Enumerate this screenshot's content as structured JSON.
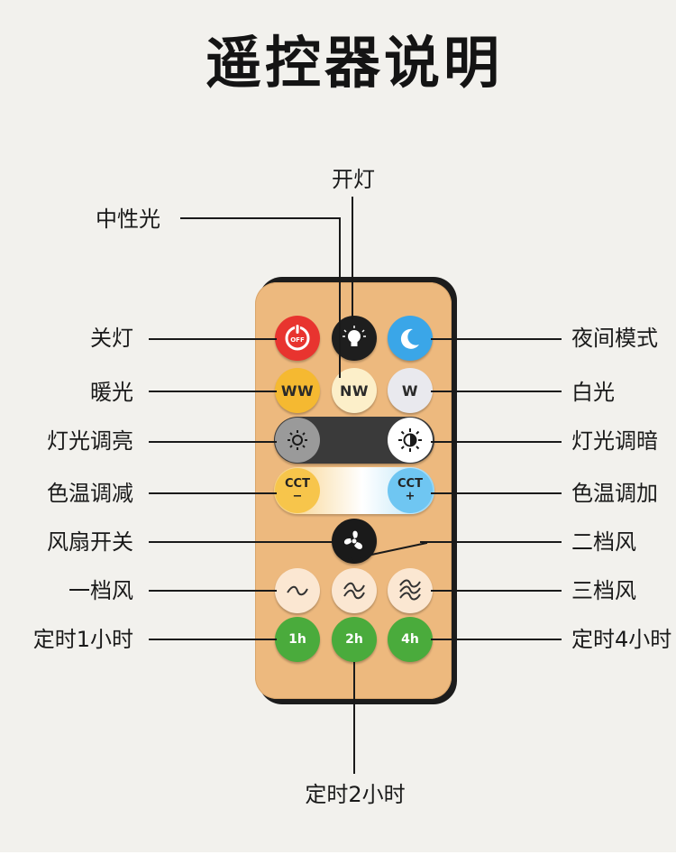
{
  "title": "遥控器说明",
  "labels": {
    "turn_on": "开灯",
    "neutral_light": "中性光",
    "turn_off": "关灯",
    "night_mode": "夜间模式",
    "warm_light": "暖光",
    "white_light": "白光",
    "brighten": "灯光调亮",
    "dim": "灯光调暗",
    "cct_decrease": "色温调减",
    "cct_increase": "色温调加",
    "fan_switch": "风扇开关",
    "fan_speed_2": "二档风",
    "fan_speed_1": "一档风",
    "fan_speed_3": "三档风",
    "timer_1h": "定时1小时",
    "timer_4h": "定时4小时",
    "timer_2h": "定时2小时"
  },
  "remote": {
    "off_button": "OFF",
    "ww_button": "WW",
    "nw_button": "NW",
    "w_button": "W",
    "cct_minus_top": "CCT",
    "cct_minus_sign": "−",
    "cct_plus_top": "CCT",
    "cct_plus_sign": "+",
    "timer_1h_button": "1h",
    "timer_2h_button": "2h",
    "timer_4h_button": "4h"
  },
  "colors": {
    "remote_body": "#edb97e",
    "off_red": "#e8342f",
    "night_blue": "#3aa6e8",
    "timer_green": "#4aab3c",
    "warm_yellow": "#f5b931"
  },
  "icons": [
    "power-icon",
    "bulb-icon",
    "moon-icon",
    "sun-dim-icon",
    "sun-bright-icon",
    "fan-icon",
    "wave-1-icon",
    "wave-2-icon",
    "wave-3-icon"
  ]
}
